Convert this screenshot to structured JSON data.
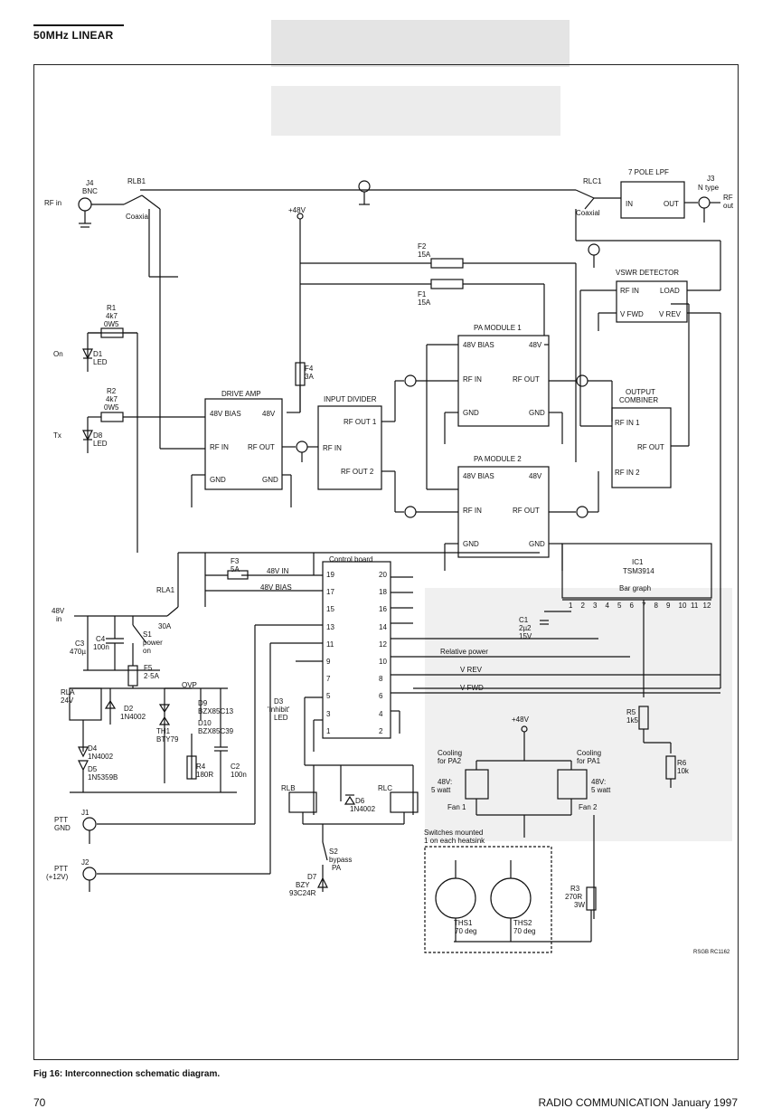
{
  "header": {
    "section_title": "50MHz LINEAR"
  },
  "footer": {
    "page_number": "70",
    "magazine": "RADIO COMMUNICATION January 1997"
  },
  "figure": {
    "caption": "Fig 16: Interconnection schematic diagram.",
    "credit": "RSGB RC1162",
    "connectors": {
      "j4": "J4",
      "j4_type": "BNC",
      "rf_in": "RF in",
      "j3": "J3",
      "j3_type": "N type",
      "rf_out_1": "RF",
      "rf_out_2": "out",
      "j1": "J1",
      "ptt_gnd_1": "PTT",
      "ptt_gnd_2": "GND",
      "j2": "J2",
      "ptt_12v_1": "PTT",
      "ptt_12v_2": "(+12V)",
      "in48v_1": "48V",
      "in48v_2": "in"
    },
    "relays": {
      "rlb1": "RLB1",
      "rlc1": "RLC1",
      "coax_left": "Coaxial",
      "coax_right": "Coaxial",
      "rla1": "RLA1",
      "rla1_rating": "30A",
      "rla": "RLA",
      "rla_v": "24V",
      "rlb": "RLB",
      "rlc": "RLC"
    },
    "modules": {
      "lpf_title": "7 POLE LPF",
      "lpf_in": "IN",
      "lpf_out": "OUT",
      "vswr_title": "VSWR DETECTOR",
      "vswr_rfin": "RF IN",
      "vswr_load": "LOAD",
      "vswr_fwd": "V FWD",
      "vswr_rev": "V REV",
      "drive_title": "DRIVE AMP",
      "drive_bias": "48V BIAS",
      "drive_48v": "48V",
      "drive_rfin": "RF IN",
      "drive_rfout": "RF OUT",
      "drive_gnd1": "GND",
      "drive_gnd2": "GND",
      "indiv_title": "INPUT DIVIDER",
      "indiv_out1": "RF OUT 1",
      "indiv_in": "RF IN",
      "indiv_out2": "RF OUT 2",
      "pa1_title": "PA MODULE 1",
      "pa2_title": "PA MODULE 2",
      "pa_bias": "48V BIAS",
      "pa_48v": "48V",
      "pa_rfin": "RF IN",
      "pa_rfout": "RF OUT",
      "pa_gnd": "GND",
      "comb_title_1": "OUTPUT",
      "comb_title_2": "COMBINER",
      "comb_in1": "RF IN 1",
      "comb_out": "RF OUT",
      "comb_in2": "RF IN 2",
      "ic1": "IC1",
      "ic1_part": "TSM3914",
      "ic1_func": "Bar graph",
      "ic1_pins": [
        "1",
        "2",
        "3",
        "4",
        "5",
        "6",
        "7",
        "8",
        "9",
        "10",
        "11",
        "12"
      ],
      "cb_title": "Control board",
      "cb_left": [
        "19",
        "17",
        "15",
        "13",
        "11",
        "9",
        "7",
        "5",
        "3",
        "1"
      ],
      "cb_right": [
        "20",
        "18",
        "16",
        "14",
        "12",
        "10",
        "8",
        "6",
        "4",
        "2"
      ]
    },
    "components": {
      "r1": "R1",
      "r1_v1": "4k7",
      "r1_v2": "0W5",
      "r2": "R2",
      "r2_v1": "4k7",
      "r2_v2": "0W5",
      "d1": "D1",
      "d1_t": "LED",
      "on": "On",
      "d8": "D8",
      "d8_t": "LED",
      "tx": "Tx",
      "f1": "F1",
      "f1_v": "15A",
      "f2": "F2",
      "f2_v": "15A",
      "f3": "F3",
      "f3_v": "5A",
      "f4": "F4",
      "f4_v": "3A",
      "f5": "F5",
      "f5_v": "2·5A",
      "plus48": "+48V",
      "plus48_b": "+48V",
      "c3": "C3",
      "c3_v": "470µ",
      "c4": "C4",
      "c4_v": "100n",
      "s1": "S1",
      "s1_t1": "power",
      "s1_t2": "on",
      "ovp": "OVP",
      "d2": "D2",
      "d2_t": "1N4002",
      "d9": "D9",
      "d9_t": "BZX85C13",
      "d10": "D10",
      "d10_t": "BZX85C39",
      "th1": "TH1",
      "th1_t": "BTY79",
      "d4": "D4",
      "d4_t": "1N4002",
      "d5": "D5",
      "d5_t": "1N5359B",
      "r4": "R4",
      "r4_v": "180R",
      "c2": "C2",
      "c2_v": "100n",
      "c1": "C1",
      "c1_v1": "2µ2",
      "c1_v2": "15V",
      "d3": "D3",
      "d3_t1": "'Inhibit'",
      "d3_t2": "LED",
      "d6": "D6",
      "d6_t": "1N4002",
      "s2": "S2",
      "s2_t1": "bypass",
      "s2_t2": "PA",
      "d7": "D7",
      "d7_t1": "BZY",
      "d7_t2": "93C24R",
      "r5": "R5",
      "r5_v": "1k5",
      "r6": "R6",
      "r6_v": "10k",
      "r3": "R3",
      "r3_v1": "270R",
      "r3_v2": "3W",
      "fan1_t1": "Cooling",
      "fan1_t2": "for PA2",
      "fan1_v1": "48V:",
      "fan1_v2": "5 watt",
      "fan1": "Fan 1",
      "fan2_t1": "Cooling",
      "fan2_t2": "for PA1",
      "fan2_v1": "48V:",
      "fan2_v2": "5 watt",
      "fan2": "Fan 2",
      "switch_note_1": "Switches mounted",
      "switch_note_2": "1 on each heatsink",
      "ths1": "THS1",
      "ths1_t": "70 deg",
      "ths2": "THS2",
      "ths2_t": "70 deg"
    },
    "nets": {
      "in48v": "48V IN",
      "bias48v": "48V BIAS",
      "rel_power": "Relative power",
      "vrev": "V REV",
      "vfwd": "V FWD"
    }
  }
}
